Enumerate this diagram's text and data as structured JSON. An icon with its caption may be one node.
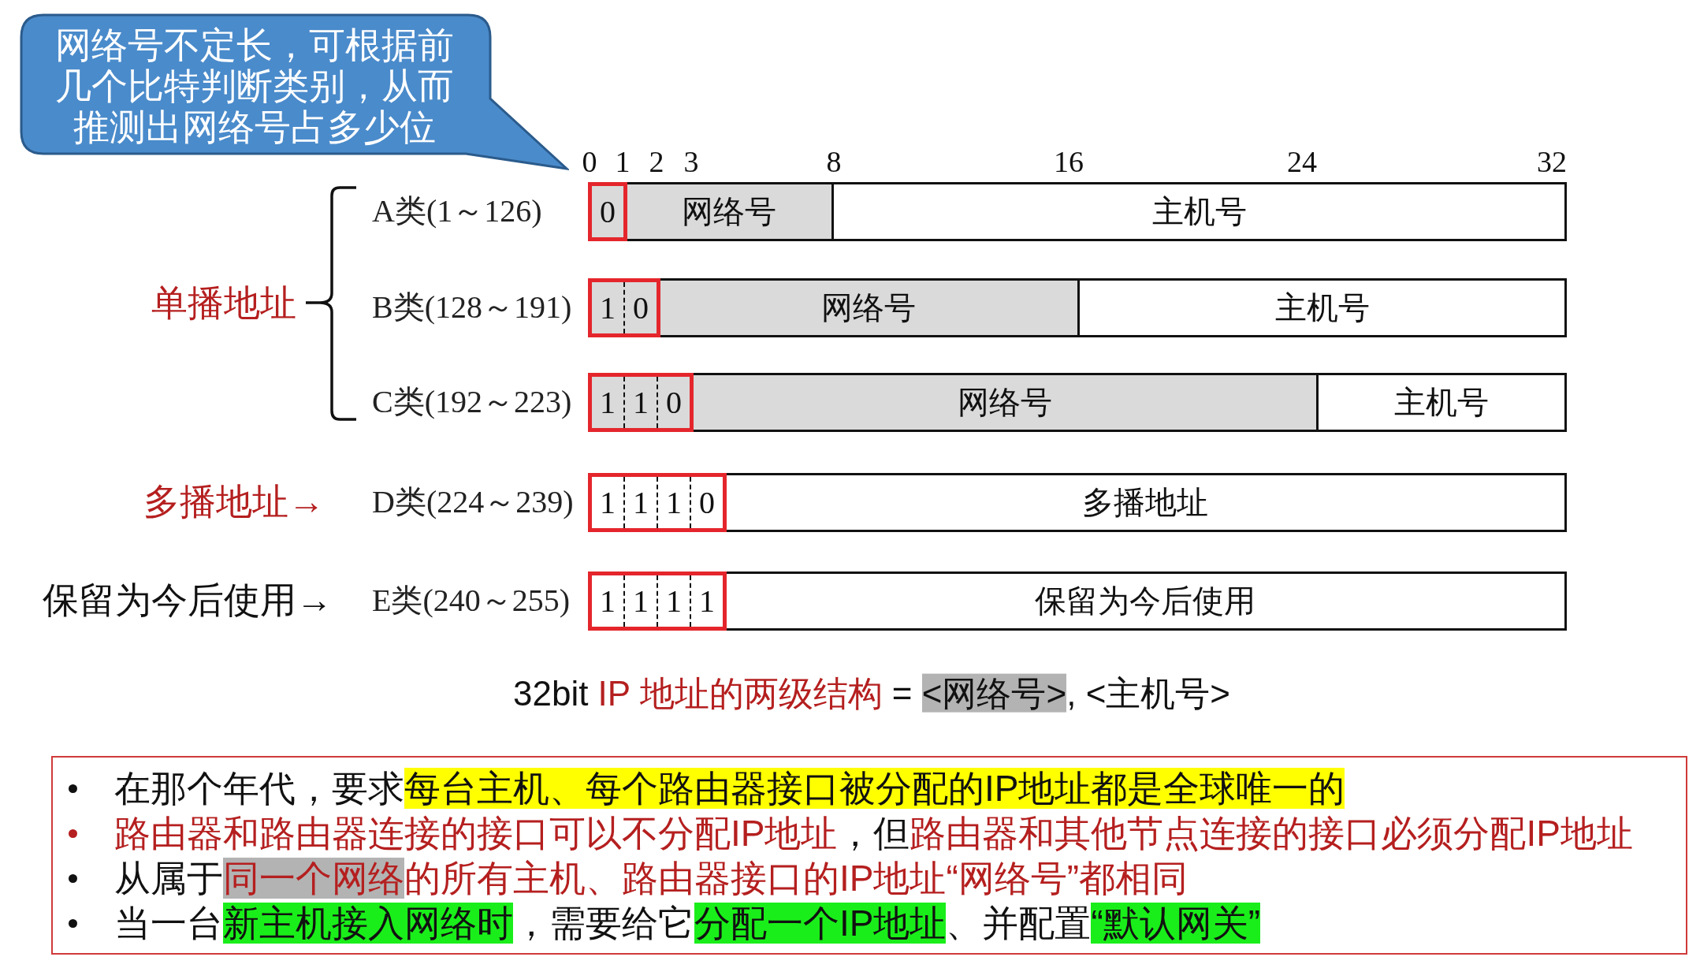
{
  "diagram": {
    "nodes": [
      {
        "text": [
          "网络号不定长，可根据前几个比特判断类别，从而推测出网络号占多少位"
        ]
      },
      {
        "text": [
          "0"
        ]
      },
      {
        "text": [
          "网络号"
        ]
      },
      {
        "text": [
          "主机号"
        ]
      },
      {
        "text": [
          "1",
          "0"
        ]
      },
      {
        "text": [
          "网络号"
        ]
      },
      {
        "text": [
          "主机号"
        ]
      },
      {
        "text": [
          "1",
          "1",
          "0"
        ]
      },
      {
        "text": [
          "网络号"
        ]
      },
      {
        "text": [
          "主机号"
        ]
      },
      {
        "text": [
          "1",
          "1",
          "1",
          "0"
        ]
      },
      {
        "text": [
          "多播地址"
        ]
      },
      {
        "text": [
          "1",
          "1",
          "1",
          "1"
        ]
      },
      {
        "text": [
          "保留为今后使用"
        ]
      },
      {
        "text": [
          "在那个年代，要求每台主机、每个路由器接口被分配的IP地址都是全球唯一的",
          "路由器和路由器连接的接口可以不分配IP地址，但路由器和其他节点连接的接口必须分配IP地址",
          "从属于同一个网络的所有主机、路由器接口的IP地址“网络号”都相同",
          "当一台新主机接入网络时，需要给它分配一个IP地址、并配置“默认网关”"
        ]
      }
    ],
    "labels": [
      "0",
      "1",
      "2",
      "3",
      "8",
      "16",
      "24",
      "32",
      "A类(1～126)",
      "单播地址",
      "B类(128～191)",
      "C类(192～223)",
      "多播地址→",
      "D类(224～239)",
      "保留为今后使用→",
      "E类(240～255)",
      "32bit IP 地址的两级结构 = <网络号>, <主机号>"
    ]
  }
}
